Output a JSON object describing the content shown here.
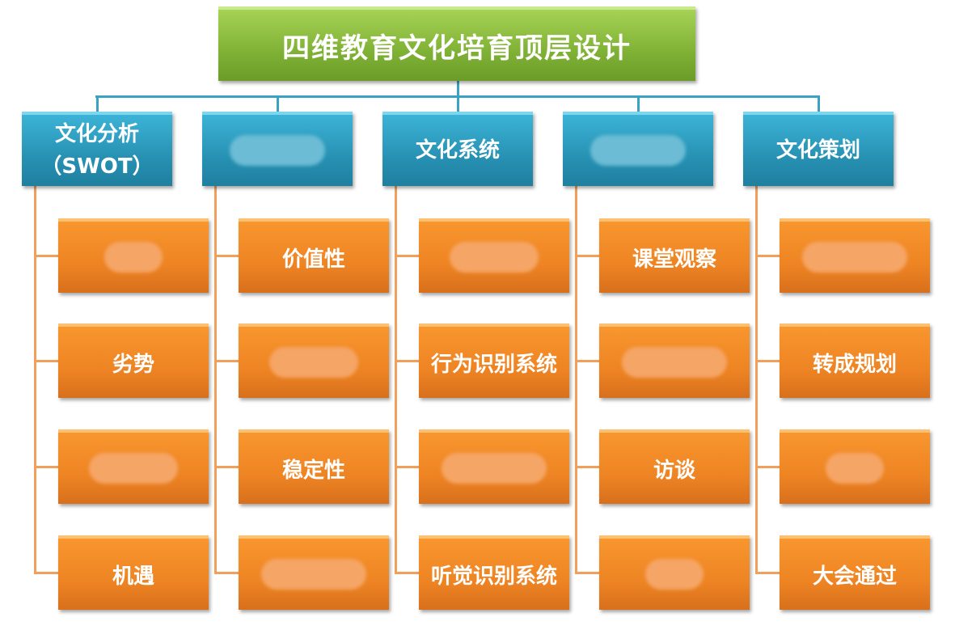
{
  "title": "四维教育文化培育顶层设计",
  "columns": [
    {
      "label_lines": [
        "文化分析",
        "（SWOT）"
      ],
      "children": [
        {
          "label": "",
          "blurred": true
        },
        {
          "label": "劣势"
        },
        {
          "label": "",
          "blurred": true
        },
        {
          "label": "机遇"
        }
      ]
    },
    {
      "label_lines": [
        ""
      ],
      "blurred": true,
      "children": [
        {
          "label": "价值性"
        },
        {
          "label": "",
          "blurred": true
        },
        {
          "label": "稳定性"
        },
        {
          "label": "",
          "blurred": true
        }
      ]
    },
    {
      "label_lines": [
        "文化系统"
      ],
      "children": [
        {
          "label": "",
          "blurred": true
        },
        {
          "label": "行为识别系统"
        },
        {
          "label": "",
          "blurred": true
        },
        {
          "label": "听觉识别系统"
        }
      ]
    },
    {
      "label_lines": [
        ""
      ],
      "blurred": true,
      "children": [
        {
          "label": "课堂观察"
        },
        {
          "label": "",
          "blurred": true
        },
        {
          "label": "访谈"
        },
        {
          "label": "",
          "blurred": true
        }
      ]
    },
    {
      "label_lines": [
        "文化策划"
      ],
      "children": [
        {
          "label": "",
          "blurred": true
        },
        {
          "label": "转成规划"
        },
        {
          "label": "",
          "blurred": true
        },
        {
          "label": "大会通过"
        }
      ]
    }
  ]
}
